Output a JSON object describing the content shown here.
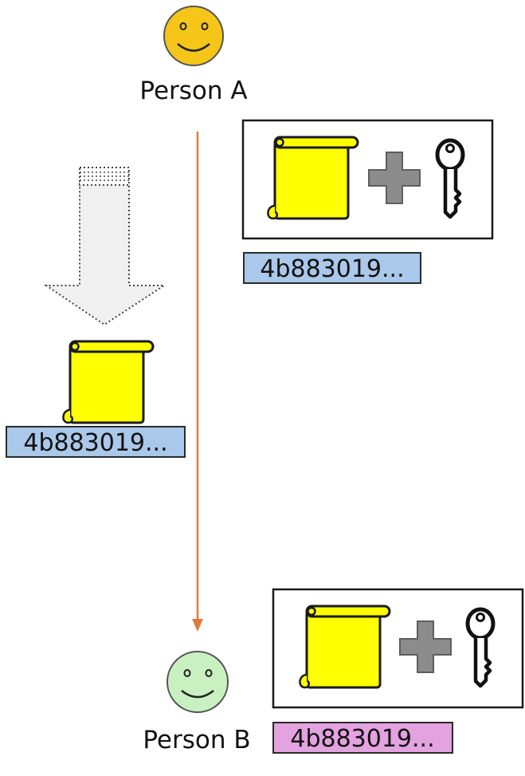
{
  "person_a": {
    "label": "Person A",
    "face_color": "#f5c518"
  },
  "person_b": {
    "label": "Person B",
    "face_color": "#c9f0c0"
  },
  "hash_values": {
    "sender_box_hash": "4b883019...",
    "transfer_hash": "4b883019...",
    "receiver_box_hash": "4b883019..."
  },
  "colors": {
    "document_fill": "#ffff00",
    "hash_blue": "#a9c8ea",
    "hash_pink": "#e3a2e0",
    "timeline_arrow": "#e07b3c",
    "plus_sign": "#8c8c8c",
    "transfer_arrow_fill": "#f0f0f0"
  },
  "icons": {
    "document": "scroll-document-icon",
    "plus": "plus-icon",
    "key": "key-icon",
    "smiley": "smiley-face-icon",
    "transfer_arrow": "dotted-down-arrow-icon"
  }
}
